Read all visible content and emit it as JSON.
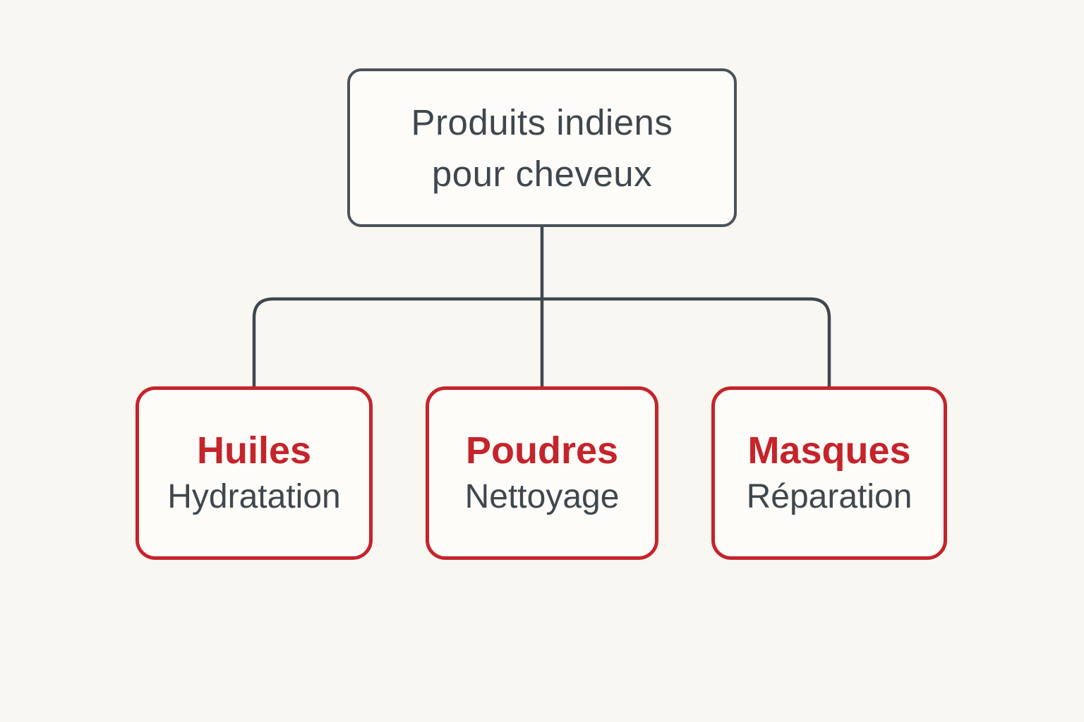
{
  "colors": {
    "background": "#f9f7f1",
    "node_fill": "#fdfcf8",
    "root_border": "#4a525a",
    "child_border": "#c5242b",
    "connector_line": "#3f474e",
    "text_dark": "#3f474e",
    "text_red": "#c5242b"
  },
  "diagram": {
    "root": {
      "title": "Produits indiens pour cheveux"
    },
    "children": [
      {
        "title": "Huiles",
        "subtitle": "Hydratation"
      },
      {
        "title": "Poudres",
        "subtitle": "Nettoyage"
      },
      {
        "title": "Masques",
        "subtitle": "Réparation"
      }
    ]
  }
}
